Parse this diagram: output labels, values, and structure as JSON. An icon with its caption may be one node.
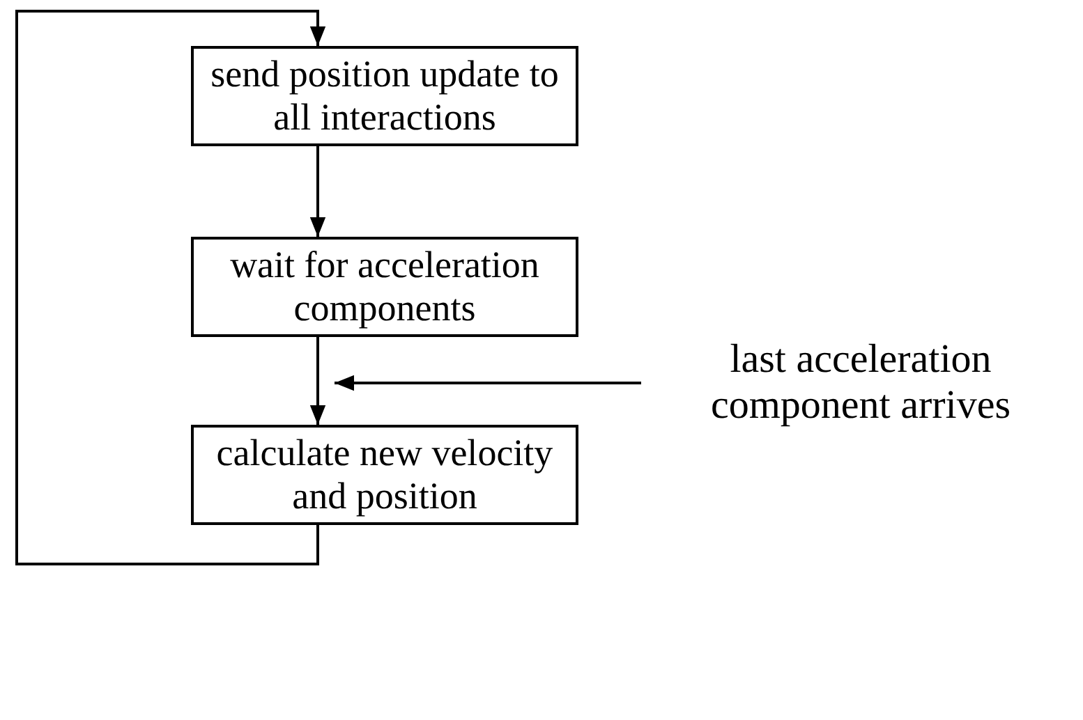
{
  "diagram": {
    "nodes": [
      {
        "text": [
          "send position update to all interactions"
        ]
      },
      {
        "text": [
          "wait for acceleration components"
        ]
      },
      {
        "text": [
          "calculate new velocity and position"
        ]
      },
      {
        "text": [
          "last acceleration component arrives"
        ]
      }
    ],
    "edges": [
      {
        "from": 0,
        "to": 1,
        "arrow": "to"
      },
      {
        "from": 1,
        "to": 2,
        "arrow": "to"
      },
      {
        "from": 2,
        "to": 0,
        "arrow": "to"
      },
      {
        "from": 3,
        "to": null,
        "arrow": "to"
      }
    ]
  }
}
